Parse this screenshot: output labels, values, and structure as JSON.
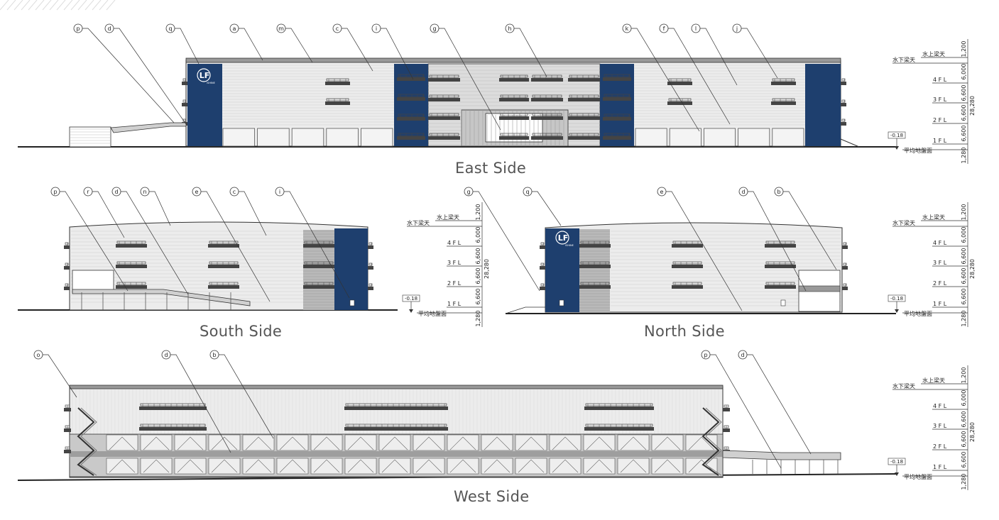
{
  "colors": {
    "navy": "#1e3f6e",
    "line": "#333333",
    "panel": "#ececec",
    "dark_panel": "#b9b9b9",
    "caption": "#555555"
  },
  "logo": {
    "mark": "LF",
    "sub": "ISHINE"
  },
  "views": {
    "east": {
      "caption": "East Side",
      "callouts": [
        "p",
        "d",
        "q",
        "a",
        "m",
        "c",
        "i",
        "g",
        "h",
        "k",
        "f",
        "l",
        "j"
      ]
    },
    "south": {
      "caption": "South Side",
      "callouts": [
        "p",
        "r",
        "d",
        "n",
        "e",
        "c",
        "i"
      ]
    },
    "north": {
      "caption": "North Side",
      "callouts": [
        "g",
        "q",
        "e",
        "d",
        "b"
      ]
    },
    "west": {
      "caption": "West Side",
      "callouts": [
        "o",
        "d",
        "b",
        "p",
        "d"
      ]
    }
  },
  "levels": {
    "roof_top": "水上梁天",
    "roof_low": "水下梁天",
    "floors": [
      "4 F L",
      "3 F L",
      "2 F L",
      "1 F L"
    ],
    "ground": "平均地盤面",
    "glevel": "-0.18",
    "dims": [
      "1,200",
      "6,000",
      "6,600",
      "6,600",
      "6,600",
      "1,280"
    ],
    "total": "28,280"
  }
}
